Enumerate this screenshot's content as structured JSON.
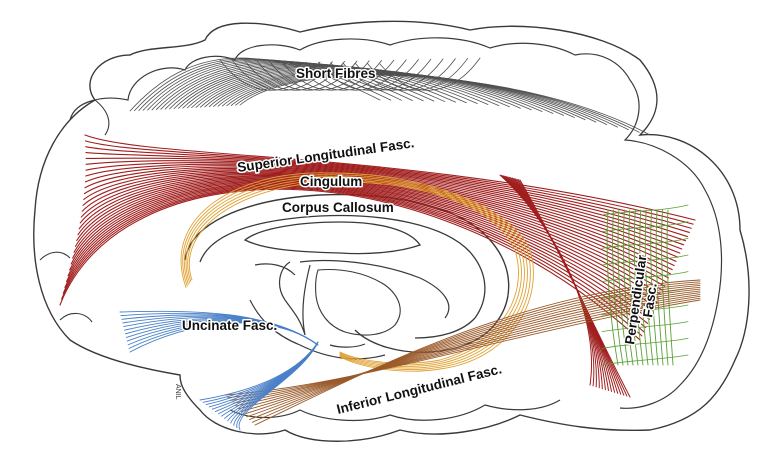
{
  "labels": {
    "short_fibres": "Short Fibres",
    "superior_longitudinal": "Superior Longitudinal Fasc.",
    "cingulum": "Cingulum",
    "corpus_callosum": "Corpus Callosum",
    "uncinate": "Uncinate Fasc.",
    "perpendicular_1": "Perpendicular",
    "perpendicular_2": "Fasc.",
    "inferior_longitudinal": "Inferior Longitudinal Fasc.",
    "edge_mark": "ANIL"
  },
  "colors": {
    "outline": "#3a3a3a",
    "short_fibres": "#505050",
    "superior_longitudinal": "#a01e1e",
    "cingulum": "#e0a030",
    "uncinate": "#4a80c8",
    "perpendicular": "#58a032",
    "inferior_longitudinal": "#9a5a2a"
  }
}
